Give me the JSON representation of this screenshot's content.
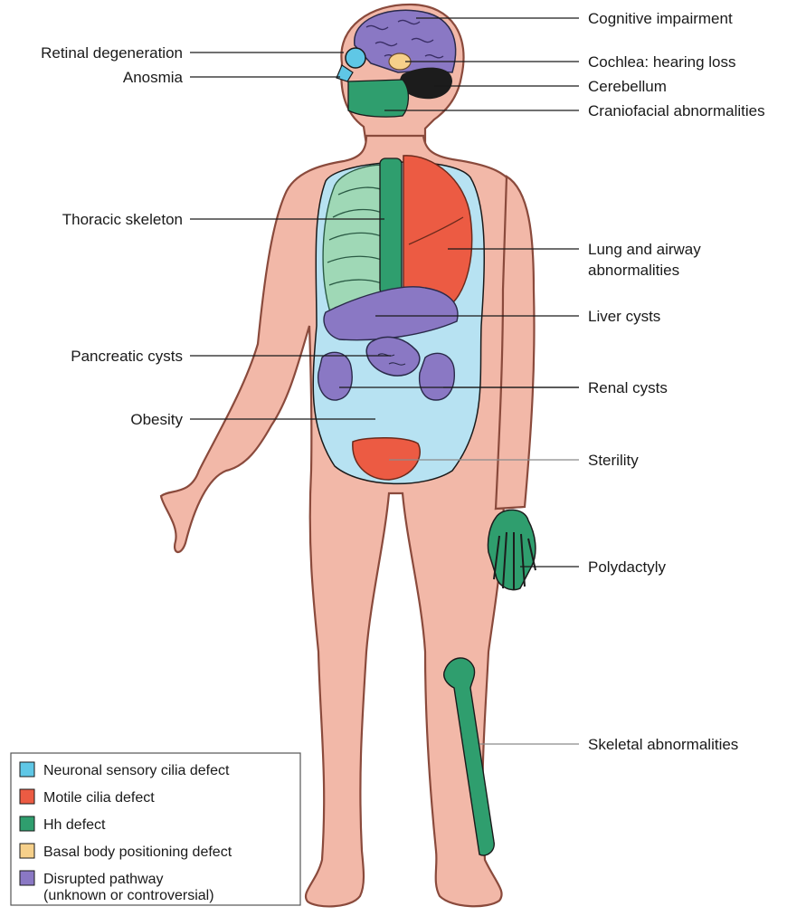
{
  "labels": {
    "cognitive": "Cognitive impairment",
    "retinal": "Retinal degeneration",
    "cochlea": "Cochlea: hearing loss",
    "anosmia": "Anosmia",
    "cerebellum": "Cerebellum",
    "craniofacial": "Craniofacial abnormalities",
    "thoracic": "Thoracic skeleton",
    "lung_1": "Lung and airway",
    "lung_2": "abnormalities",
    "liver": "Liver cysts",
    "pancreatic": "Pancreatic cysts",
    "renal": "Renal cysts",
    "obesity": "Obesity",
    "sterility": "Sterility",
    "polydactyly": "Polydactyly",
    "skeletal": "Skeletal abnormalities"
  },
  "legend": [
    {
      "label": "Neuronal sensory cilia defect",
      "color": "#5fc7e6"
    },
    {
      "label": "Motile cilia defect",
      "color": "#ec5b43"
    },
    {
      "label": "Hh defect",
      "color": "#2f9e6e"
    },
    {
      "label": "Basal body positioning defect",
      "color": "#f6d08a"
    },
    {
      "label": "Disrupted pathway",
      "label2": "(unknown or controversial)",
      "color": "#8a78c4"
    }
  ],
  "colors": {
    "skin": "#f2b8a8",
    "skin_outline": "#8a4a3c",
    "torso_blue": "#b7e2f2",
    "neuronal": "#5fc7e6",
    "motile": "#ec5b43",
    "hh": "#2f9e6e",
    "hh_light": "#9fd8b6",
    "basal": "#f6d08a",
    "disrupted": "#8a78c4",
    "cerebellum": "#1c1c1c"
  }
}
